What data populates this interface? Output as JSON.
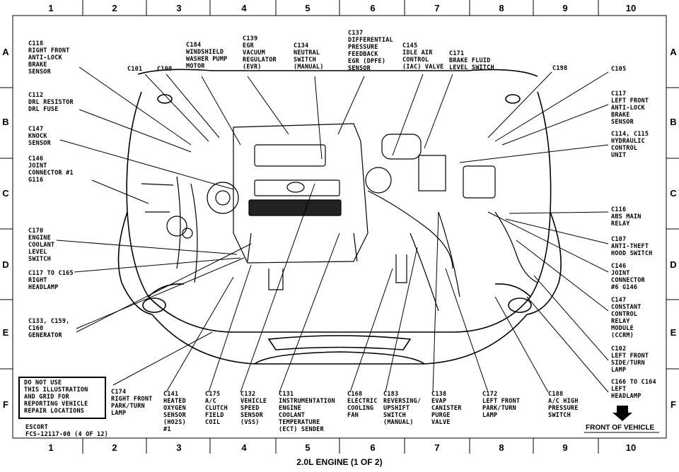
{
  "grid": {
    "columns": [
      "1",
      "2",
      "3",
      "4",
      "5",
      "6",
      "7",
      "8",
      "9",
      "10"
    ],
    "rows": [
      "A",
      "B",
      "C",
      "D",
      "E",
      "F"
    ]
  },
  "labels": {
    "c118": "C118\nRIGHT FRONT\nANTI-LOCK\nBRAKE\nSENSOR",
    "c184": "C184\nWINDSHIELD\nWASHER PUMP\nMOTOR",
    "c139": "C139\nEGR\nVACUUM\nREGULATOR\n(EVR)",
    "c134": "C134\nNEUTRAL\nSWITCH\n(MANUAL)",
    "c137": "C137\nDIFFERENTIAL\nPRESSURE\nFEEDBACK\nEGR (DPFE)\nSENSOR",
    "c145": "C145\nIDLE AIR\nCONTROL\n(IAC) VALVE",
    "c171": "C171\nBRAKE FLUID\nLEVEL SWITCH",
    "c101": "C101",
    "c100": "C100",
    "c198": "C198",
    "c105": "C105",
    "c112": "C112\nDRL RESISTOR\nDRL FUSE",
    "c117": "C117\nLEFT FRONT\nANTI-LOCK\nBRAKE\nSENSOR",
    "c147": "C147\nKNOCK\nSENSOR",
    "c114": "C114, C115\nHYDRAULIC\nCONTROL\nUNIT",
    "c146a": "C146\nJOINT\nCONNECTOR #1\nG116",
    "c116": "C116\nABS MAIN\nRELAY",
    "c170": "C170\nENGINE\nCOOLANT\nLEVEL\nSWITCH",
    "c107": "C107\nANTI-THEFT\nHOOD SWITCH",
    "c117to165": "C117 TO C165\nRIGHT\nHEADLAMP",
    "c146b": "C146\nJOINT\nCONNECTOR\n#6 G146",
    "c133": "C133, C159,\nC160\nGENERATOR",
    "c147b": "C147\nCONSTANT\nCONTROL\nRELAY\nMODULE\n(CCRM)",
    "c102": "C102\nLEFT FRONT\nSIDE/TURN\nLAMP",
    "c166": "C166 TO C164\nLEFT\nHEADLAMP",
    "c174": "C174\nRIGHT FRONT\nPARK/TURN\nLAMP",
    "c141": "C141\nHEATED\nOXYGEN\nSENSOR\n(HO2S)\n#1",
    "c175": "C175\nA/C\nCLUTCH\nFIELD\nCOIL",
    "c132": "C132\nVEHICLE\nSPEED\nSENSOR\n(VSS)",
    "c131": "C131\nINSTRUMENTATION\nENGINE\nCOOLANT\nTEMPERATURE\n(ECT) SENDER",
    "c168": "C168\nELECTRIC\nCOOLING\nFAN",
    "c183": "C183\nREVERSING/\nUPSHIFT\nSWITCH\n(MANUAL)",
    "c138": "C138\nEVAP\nCANISTER\nPURGE\nVALVE",
    "c172": "C172\nLEFT FRONT\nPARK/TURN\nLAMP",
    "c188": "C188\nA/C HIGH\nPRESSURE\nSWITCH"
  },
  "warning": "DO NOT USE\nTHIS ILLUSTRATION\nAND GRID FOR\nREPORTING VEHICLE\nREPAIR LOCATIONS",
  "model": "ESCORT",
  "figure_code": "FCS-12117-00 (4 OF 12)",
  "front_of_vehicle": "FRONT OF VEHICLE",
  "caption": "2.0L ENGINE (1 OF 2)"
}
